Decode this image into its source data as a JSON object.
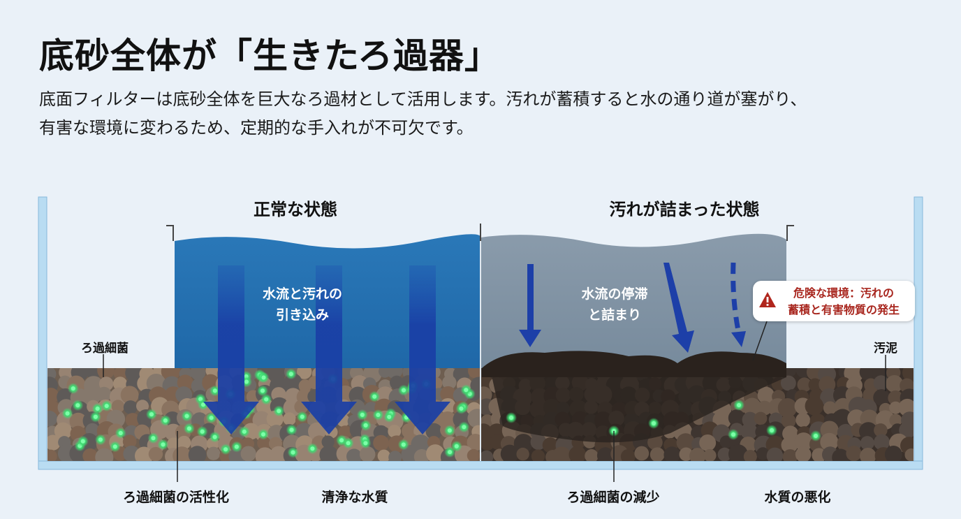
{
  "title": "底砂全体が「生きたろ過器」",
  "description": [
    "底面フィルターは底砂全体を巨大なろ過材として活用します。汚れが蓄積すると水の通り道が塞がり、",
    "有害な環境に変わるため、定期的な手入れが不可欠です。"
  ],
  "normal_panel": {
    "heading": "正常な状態",
    "flow_label": [
      "水流と汚れの",
      "引き込み"
    ],
    "bacteria_label": "ろ過細菌",
    "bottom_labels": [
      "ろ過細菌の活性化",
      "清浄な水質"
    ]
  },
  "clogged_panel": {
    "heading": "汚れが詰まった状態",
    "flow_label": [
      "水流の停滞",
      "と詰まり"
    ],
    "warning": [
      "危険な環境：汚れの",
      "蓄積と有害物質の発生"
    ],
    "sludge_label": "汚泥",
    "bottom_labels": [
      "ろ過細菌の減少",
      "水質の悪化"
    ]
  },
  "colors": {
    "clean_water": "#1f6fb3",
    "dirty_water": "#7b8ea0",
    "flow_arrow": "#1a3fa6",
    "bacteria": "#4be37d",
    "warning": "#a8261e",
    "tank_wall": "#a9d1ec"
  }
}
